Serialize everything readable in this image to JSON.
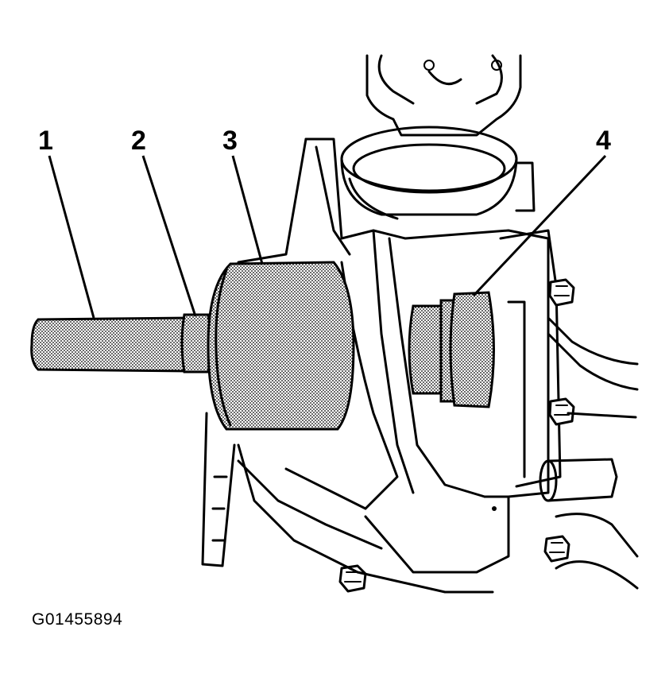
{
  "callouts": [
    {
      "id": "1",
      "label": "1"
    },
    {
      "id": "2",
      "label": "2"
    },
    {
      "id": "3",
      "label": "3"
    },
    {
      "id": "4",
      "label": "4"
    }
  ],
  "figure_id": "G01455894",
  "colors": {
    "line": "#000000",
    "background": "#ffffff",
    "stipple": "#000000"
  }
}
